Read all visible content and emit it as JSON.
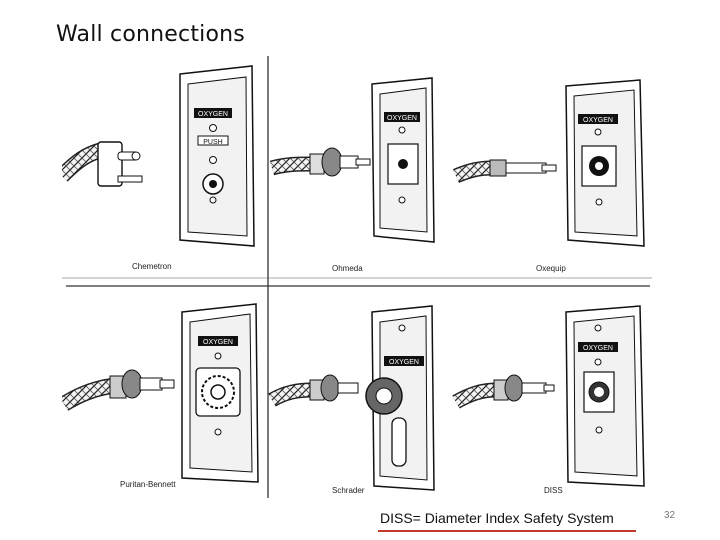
{
  "slide": {
    "title": "Wall connections",
    "caption": "DISS= Diameter Index Safety System",
    "page_number": "32"
  },
  "figure": {
    "panels": [
      {
        "label": "Chemetron",
        "plate_text": "OXYGEN",
        "plate_subtext": "PUSH"
      },
      {
        "label": "Ohmeda",
        "plate_text": "OXYGEN"
      },
      {
        "label": "Oxequip",
        "plate_text": "OXYGEN"
      },
      {
        "label": "Puritan-Bennett",
        "plate_text": "OXYGEN"
      },
      {
        "label": "Schrader",
        "plate_text": "OXYGEN"
      },
      {
        "label": "DISS",
        "plate_text": "OXYGEN"
      }
    ]
  },
  "colors": {
    "caption_underline": "#c0392b",
    "ink": "#111111"
  }
}
